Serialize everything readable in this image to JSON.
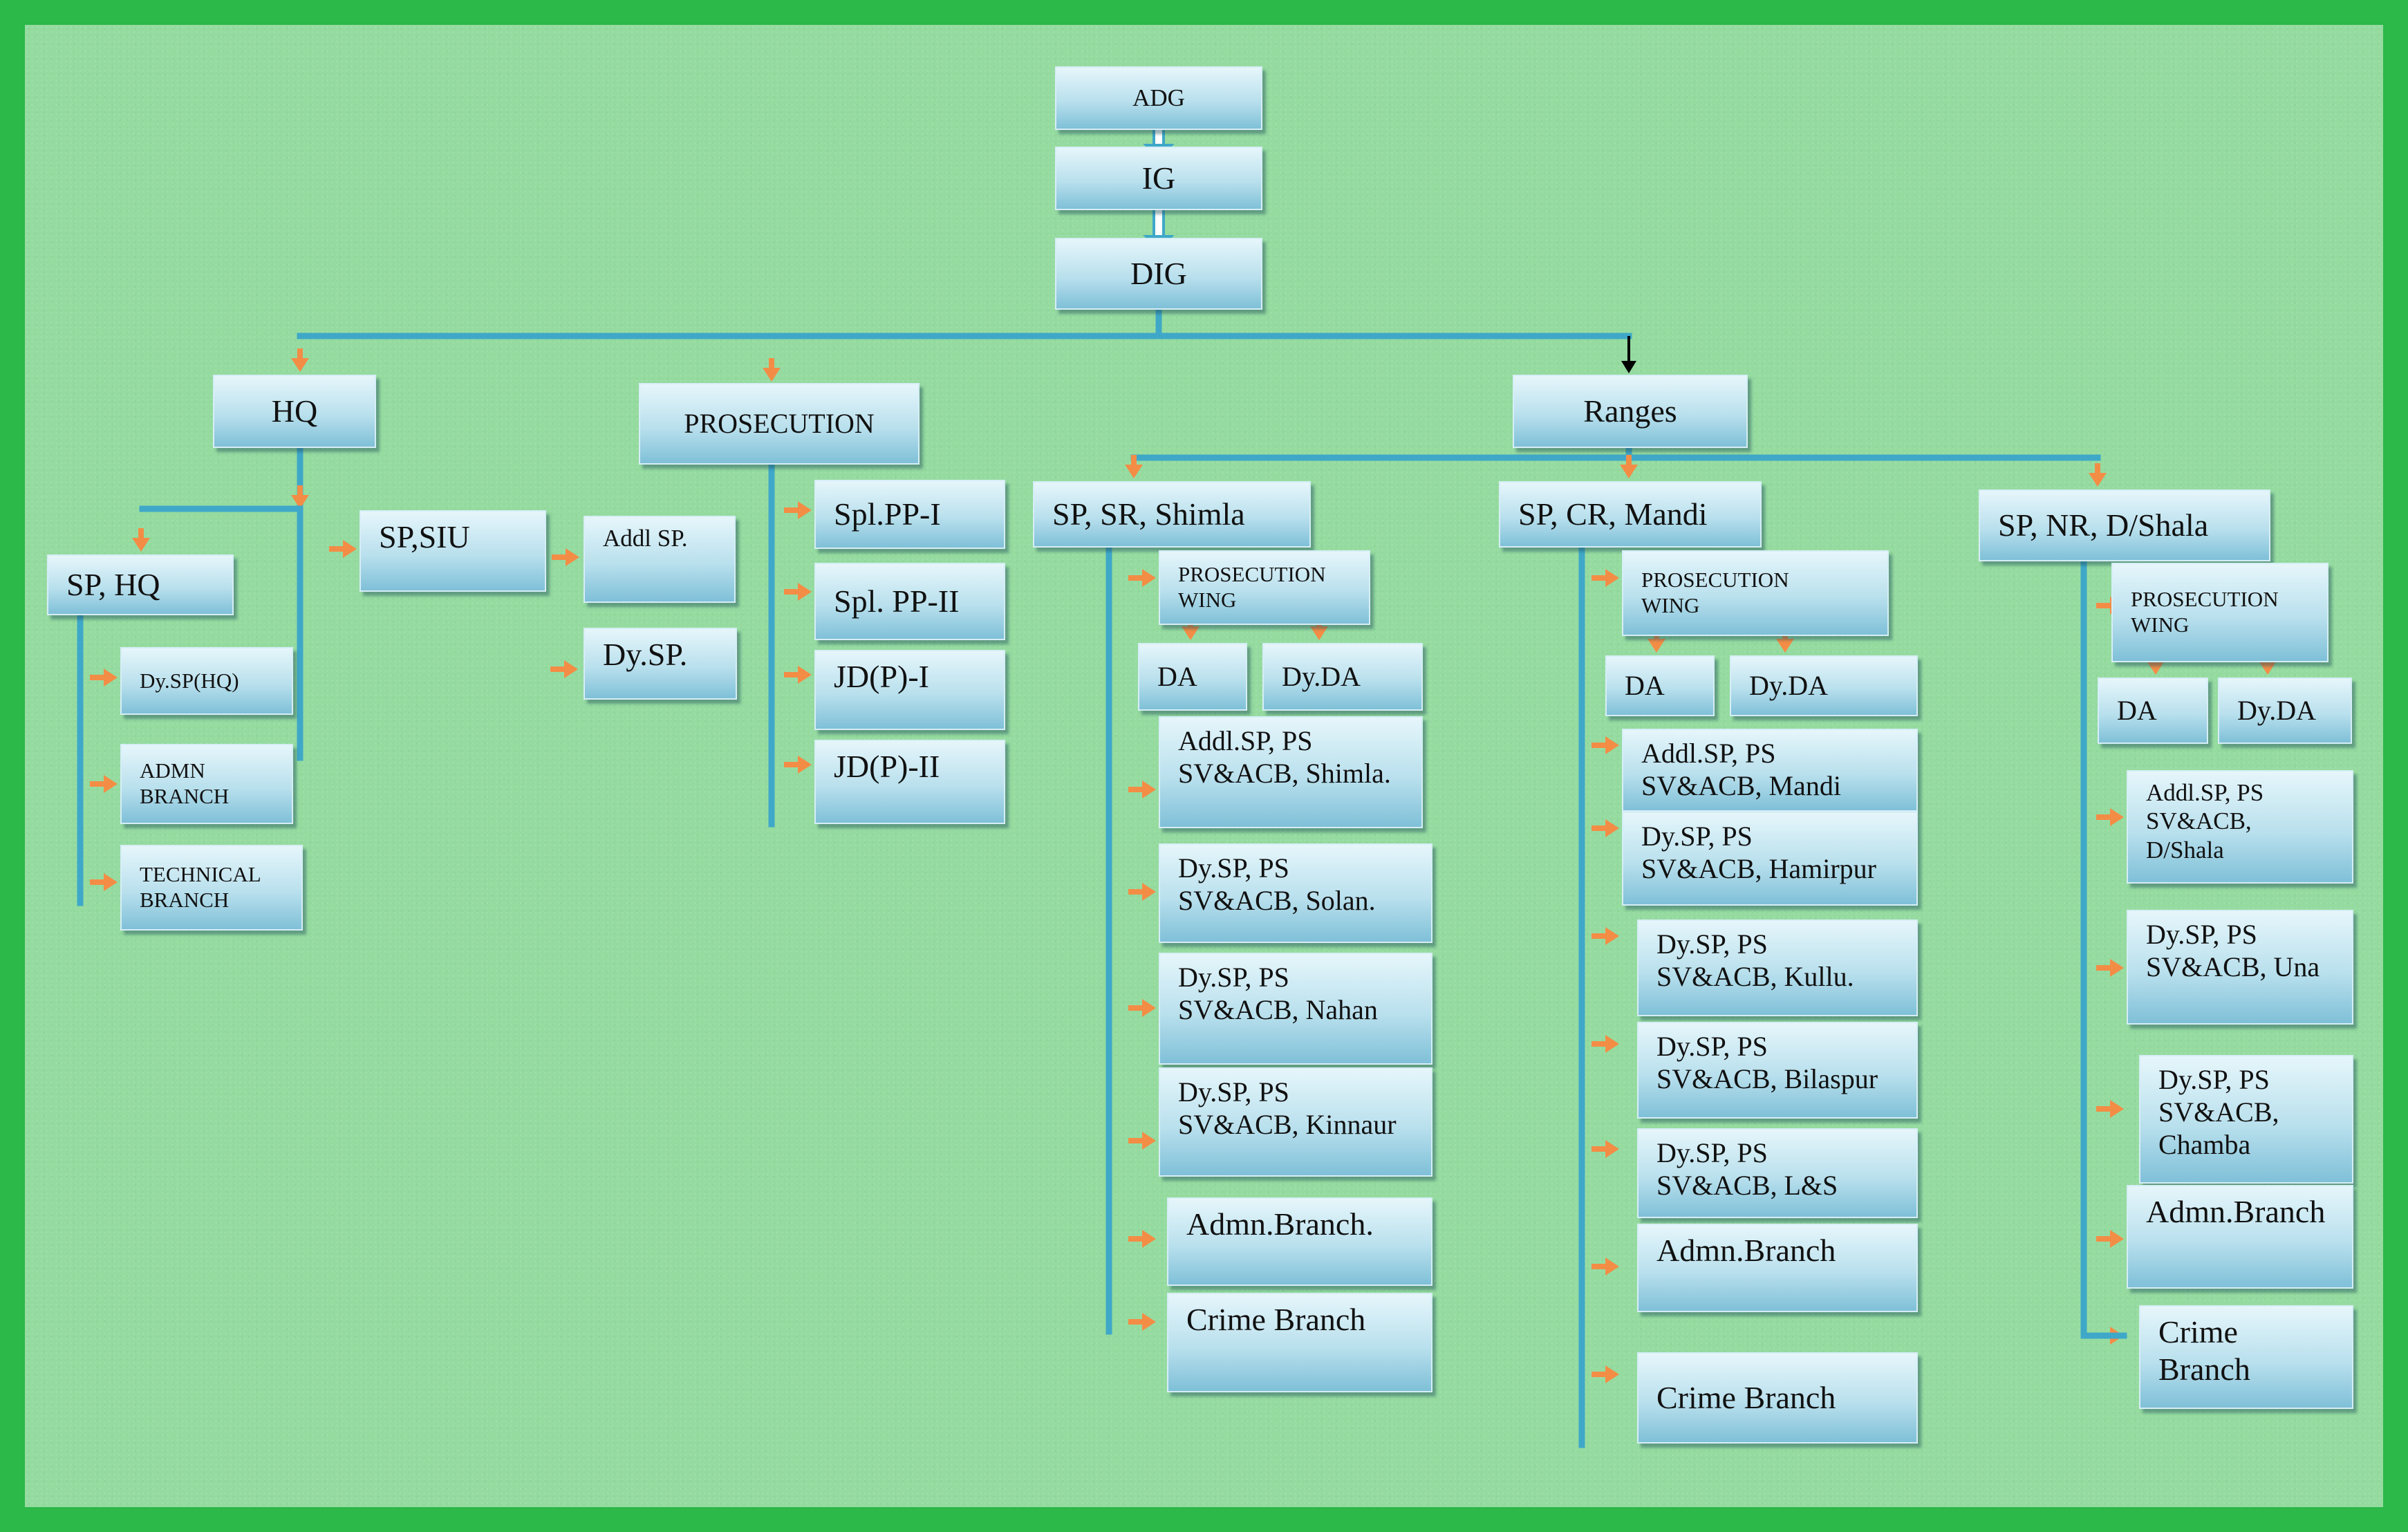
{
  "colors": {
    "background": "#95dba0",
    "border": "#2db84a",
    "connector_line": "#3fa8c8",
    "arrow": "#f38d46",
    "box_fill": "#b9e0ed"
  },
  "top": {
    "adg": "ADG",
    "ig": "IG",
    "dig": "DIG"
  },
  "hq": {
    "label": "HQ",
    "sp_hq": "SP, HQ",
    "sp_hq_units": [
      "Dy.SP(HQ)",
      "ADMN\nBRANCH",
      "TECHNICAL\nBRANCH"
    ],
    "sp_siu": "SP,SIU",
    "sp_siu_units": [
      "Addl SP.",
      "Dy.SP."
    ]
  },
  "prosecution": {
    "label": "PROSECUTION",
    "units": [
      "Spl.PP-I",
      "Spl. PP-II",
      "JD(P)-I",
      "JD(P)-II"
    ]
  },
  "ranges": {
    "label": "Ranges",
    "shimla": {
      "label": "SP, SR, Shimla",
      "wing": "PROSECUTION\nWING",
      "da": "DA",
      "dyda": "Dy.DA",
      "units": [
        "Addl.SP, PS\nSV&ACB, Shimla.",
        "Dy.SP, PS\nSV&ACB, Solan.",
        "Dy.SP, PS\nSV&ACB, Nahan",
        "Dy.SP, PS\nSV&ACB, Kinnaur",
        "Admn.Branch.",
        "Crime Branch"
      ]
    },
    "mandi": {
      "label": "SP, CR, Mandi",
      "wing": "PROSECUTION\nWING",
      "da": "DA",
      "dyda": "Dy.DA",
      "units": [
        "Addl.SP, PS\nSV&ACB, Mandi",
        "Dy.SP, PS\nSV&ACB, Hamirpur",
        "Dy.SP, PS\nSV&ACB, Kullu.",
        "Dy.SP, PS\nSV&ACB, Bilaspur",
        "Dy.SP, PS\nSV&ACB, L&S",
        "Admn.Branch",
        "Crime Branch"
      ]
    },
    "dshala": {
      "label": "SP, NR, D/Shala",
      "wing": "PROSECUTION\nWING",
      "da": "DA",
      "dyda": "Dy.DA",
      "units": [
        "Addl.SP, PS\nSV&ACB,\nD/Shala",
        "Dy.SP, PS\nSV&ACB, Una",
        "Dy.SP, PS\nSV&ACB,\nChamba",
        "Admn.Branch",
        "Crime\nBranch"
      ]
    }
  }
}
